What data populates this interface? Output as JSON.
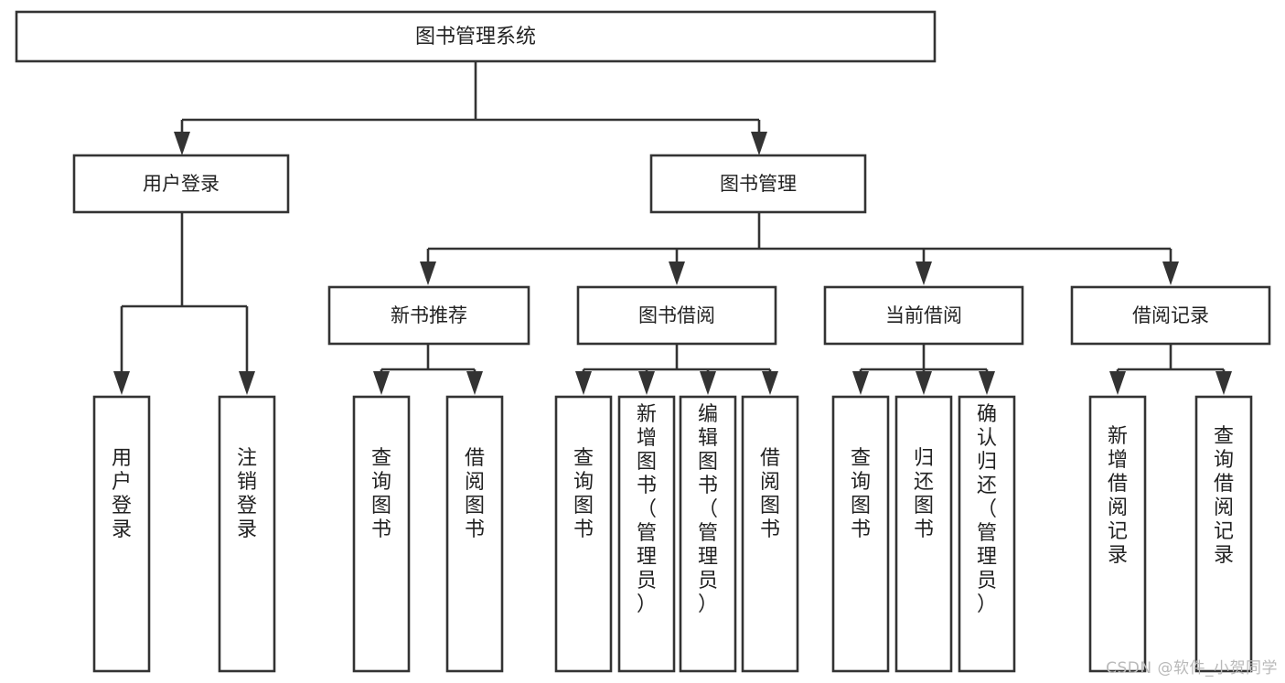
{
  "diagram": {
    "type": "tree-hierarchy-chart",
    "title_text": "图书管理系统",
    "watermark": "CSDN @软件_小贺同学",
    "colors": {
      "box_stroke": "#333333",
      "box_fill": "#ffffff",
      "text": "#222222",
      "connector": "#333333",
      "watermark": "#b9b9b9",
      "background": "#ffffff"
    },
    "root": {
      "label": "图书管理系统"
    },
    "level2": [
      {
        "id": "user-login",
        "label": "用户登录"
      },
      {
        "id": "book-management",
        "label": "图书管理"
      }
    ],
    "level3": [
      {
        "id": "new-book-recommend",
        "label": "新书推荐"
      },
      {
        "id": "book-borrow",
        "label": "图书借阅"
      },
      {
        "id": "current-borrow",
        "label": "当前借阅"
      },
      {
        "id": "borrow-record",
        "label": "借阅记录"
      }
    ],
    "leaves": {
      "user-login": [
        {
          "id": "leaf-user-login",
          "label": "用户登录"
        },
        {
          "id": "leaf-user-logout",
          "label": "注销登录"
        }
      ],
      "new-book-recommend": [
        {
          "id": "leaf-query-book-1",
          "label": "查询图书"
        },
        {
          "id": "leaf-borrow-book-1",
          "label": "借阅图书"
        }
      ],
      "book-borrow": [
        {
          "id": "leaf-query-book-2",
          "label": "查询图书"
        },
        {
          "id": "leaf-add-book",
          "label": "新增图书（管理员）"
        },
        {
          "id": "leaf-edit-book",
          "label": "编辑图书（管理员）"
        },
        {
          "id": "leaf-borrow-book-2",
          "label": "借阅图书"
        }
      ],
      "current-borrow": [
        {
          "id": "leaf-query-book-3",
          "label": "查询图书"
        },
        {
          "id": "leaf-return-book",
          "label": "归还图书"
        },
        {
          "id": "leaf-confirm-return",
          "label": "确认归还（管理员）"
        }
      ],
      "borrow-record": [
        {
          "id": "leaf-add-record",
          "label": "新增借阅记录"
        },
        {
          "id": "leaf-query-record",
          "label": "查询借阅记录"
        }
      ]
    }
  }
}
